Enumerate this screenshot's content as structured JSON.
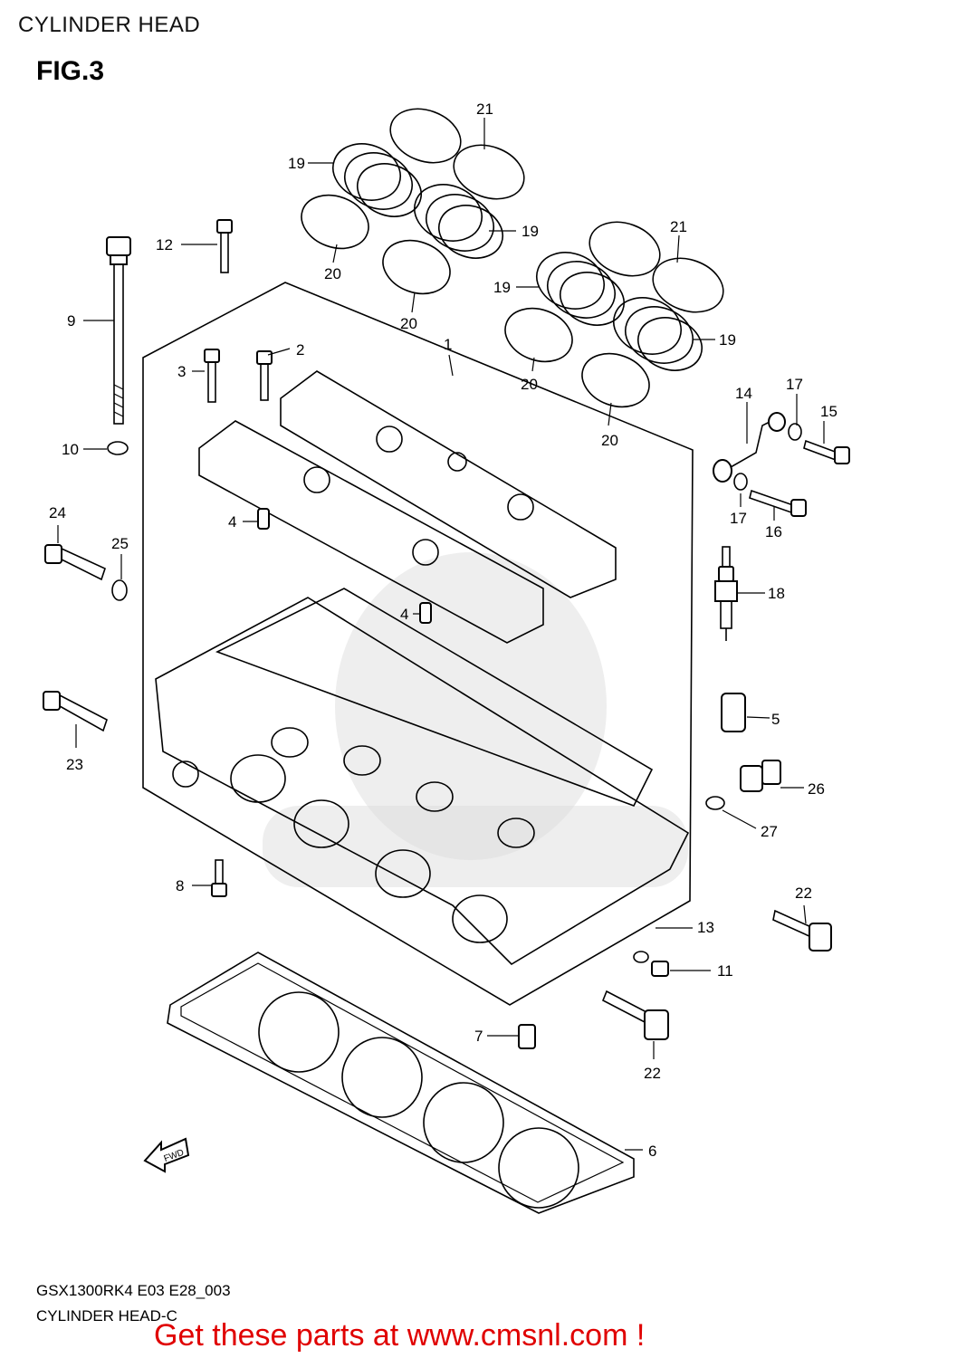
{
  "header": {
    "title": "CYLINDER HEAD"
  },
  "figure": {
    "label": "FIG.3"
  },
  "footer": {
    "model_code": "GSX1300RK4 E03 E28_003",
    "section_code": "CYLINDER HEAD-C",
    "promo": "Get these parts at www.cmsnl.com !"
  },
  "direction_tag": "FWD",
  "callouts": [
    {
      "id": "c1",
      "text": "1"
    },
    {
      "id": "c2",
      "text": "2"
    },
    {
      "id": "c3",
      "text": "3"
    },
    {
      "id": "c4a",
      "text": "4"
    },
    {
      "id": "c4b",
      "text": "4"
    },
    {
      "id": "c5",
      "text": "5"
    },
    {
      "id": "c6",
      "text": "6"
    },
    {
      "id": "c7",
      "text": "7"
    },
    {
      "id": "c8",
      "text": "8"
    },
    {
      "id": "c9",
      "text": "9"
    },
    {
      "id": "c10",
      "text": "10"
    },
    {
      "id": "c11",
      "text": "11"
    },
    {
      "id": "c12",
      "text": "12"
    },
    {
      "id": "c13",
      "text": "13"
    },
    {
      "id": "c14",
      "text": "14"
    },
    {
      "id": "c15",
      "text": "15"
    },
    {
      "id": "c16",
      "text": "16"
    },
    {
      "id": "c17a",
      "text": "17"
    },
    {
      "id": "c17b",
      "text": "17"
    },
    {
      "id": "c18",
      "text": "18"
    },
    {
      "id": "c19a",
      "text": "19"
    },
    {
      "id": "c19b",
      "text": "19"
    },
    {
      "id": "c19c",
      "text": "19"
    },
    {
      "id": "c19d",
      "text": "19"
    },
    {
      "id": "c20a",
      "text": "20"
    },
    {
      "id": "c20b",
      "text": "20"
    },
    {
      "id": "c20c",
      "text": "20"
    },
    {
      "id": "c20d",
      "text": "20"
    },
    {
      "id": "c21a",
      "text": "21"
    },
    {
      "id": "c21b",
      "text": "21"
    },
    {
      "id": "c22a",
      "text": "22"
    },
    {
      "id": "c22b",
      "text": "22"
    },
    {
      "id": "c23",
      "text": "23"
    },
    {
      "id": "c24",
      "text": "24"
    },
    {
      "id": "c25",
      "text": "25"
    },
    {
      "id": "c26",
      "text": "26"
    },
    {
      "id": "c27",
      "text": "27"
    }
  ]
}
